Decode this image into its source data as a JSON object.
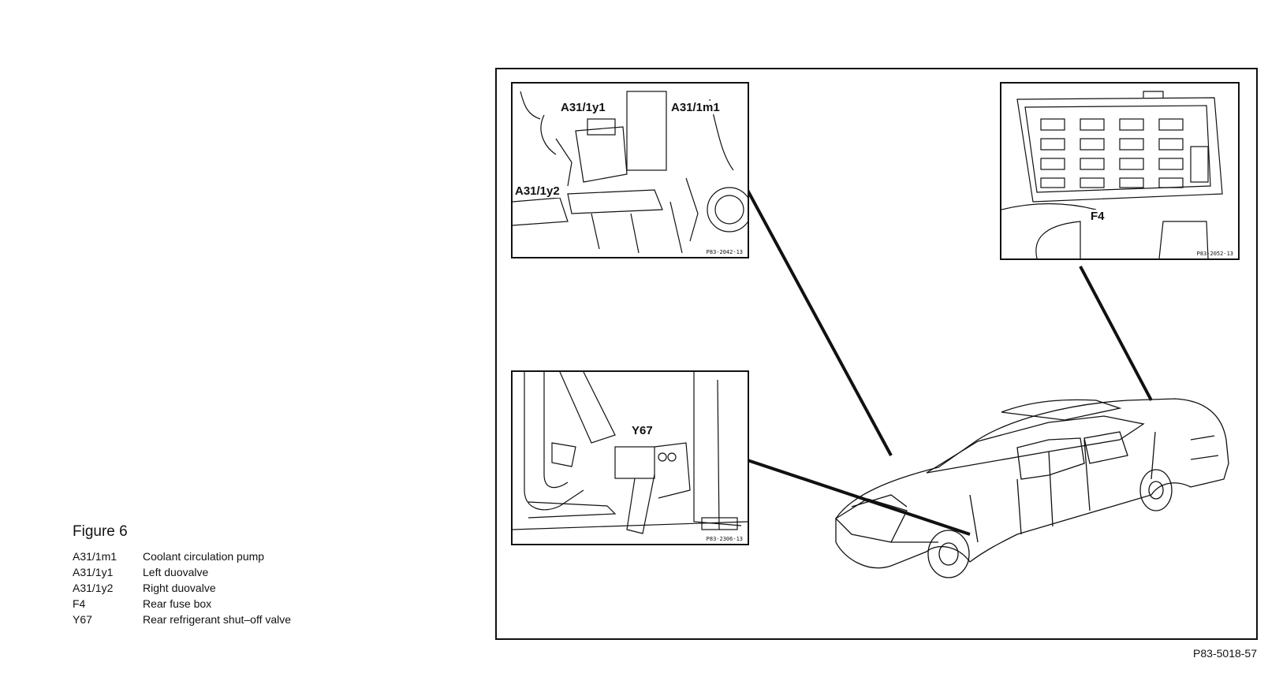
{
  "legend": {
    "title": "Figure 6",
    "items": [
      {
        "code": "A31/1m1",
        "desc": "Coolant circulation pump"
      },
      {
        "code": "A31/1y1",
        "desc": "Left duovalve"
      },
      {
        "code": "A31/1y2",
        "desc": "Right duovalve"
      },
      {
        "code": "F4",
        "desc": "Rear fuse box"
      },
      {
        "code": "Y67",
        "desc": "Rear refrigerant shut–off valve"
      }
    ]
  },
  "insets": {
    "pump": {
      "label_m1": "A31/1m1",
      "label_y1": "A31/1y1",
      "label_y2": "A31/1y2",
      "code": "P83-2042-13"
    },
    "fuse": {
      "label": "F4",
      "code": "P83-2052-13"
    },
    "valve": {
      "label": "Y67",
      "code": "P83-2306-13"
    }
  },
  "figure_code": "P83-5018-57"
}
